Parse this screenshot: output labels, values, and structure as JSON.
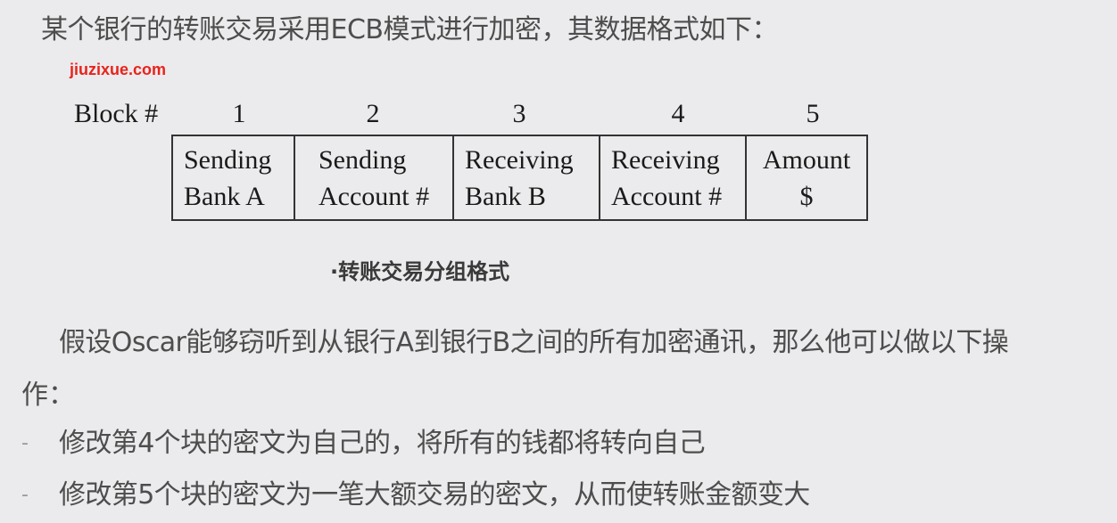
{
  "intro": "某个银行的转账交易采用ECB模式进行加密，其数据格式如下：",
  "watermark": "jiuzixue.com",
  "figure": {
    "block_label": "Block #",
    "blocks": [
      {
        "number": "1",
        "line1": "Sending",
        "line2": "Bank A"
      },
      {
        "number": "2",
        "line1": "Sending",
        "line2": "Account #"
      },
      {
        "number": "3",
        "line1": "Receiving",
        "line2": "Bank B"
      },
      {
        "number": "4",
        "line1": "Receiving",
        "line2": "Account #"
      },
      {
        "number": "5",
        "line1": "Amount",
        "line2": "$"
      }
    ],
    "caption": "·转账交易分组格式"
  },
  "paragraph": {
    "line1": "假设Oscar能够窃听到从银行A到银行B之间的所有加密通讯，那么他可以做以下操",
    "line2": "作："
  },
  "bullets": [
    {
      "marker": "-",
      "text": "修改第4个块的密文为自己的，将所有的钱都将转向自己"
    },
    {
      "marker": "-",
      "text": "修改第5个块的密文为一笔大额交易的密文，从而使转账金额变大"
    }
  ],
  "colors": {
    "background": "#ebeaec",
    "text": "#4d4d4d",
    "watermark": "#e8231b",
    "table_border": "#333333"
  }
}
